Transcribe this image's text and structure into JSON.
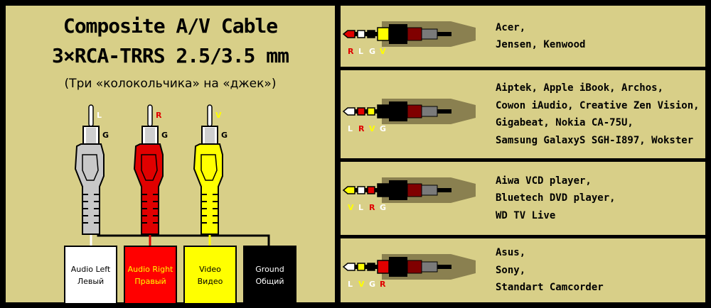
{
  "left_panel": {
    "title_line1": "Composite A/V Cable",
    "title_line2": "3×RCA-TRRS 2.5/3.5 mm",
    "subtitle": "(Три «колокольчика» на «джек»)",
    "plugs": [
      {
        "tip_label": "L",
        "ground_label": "G",
        "color": "#c8c8c8",
        "tip_label_color": "#ffffff"
      },
      {
        "tip_label": "R",
        "ground_label": "G",
        "color": "#e00000",
        "tip_label_color": "#e00000"
      },
      {
        "tip_label": "V",
        "ground_label": "G",
        "color": "#ffff00",
        "tip_label_color": "#ffff00"
      }
    ],
    "boxes": [
      {
        "line1": "Audio Left",
        "line2": "Левый",
        "bg": "#ffffff",
        "fg": "#000000"
      },
      {
        "line1": "Audio Right",
        "line2": "Правый",
        "bg": "#ff0000",
        "fg": "#ffff00"
      },
      {
        "line1": "Video",
        "line2": "Видео",
        "bg": "#ffff00",
        "fg": "#000000"
      },
      {
        "line1": "Ground",
        "line2": "Общий",
        "bg": "#000000",
        "fg": "#ffffff"
      }
    ]
  },
  "variants": [
    {
      "devices": [
        "Acer,",
        "Jensen, Kenwood"
      ],
      "pin_labels": [
        "R",
        "L",
        "G",
        "V"
      ],
      "pin_colors": [
        "#e00000",
        "#ffffff",
        "#ffffff",
        "#ffff00"
      ],
      "ring_colors": [
        "#e00000",
        "#ffffff",
        "#000000",
        "#ffff00"
      ]
    },
    {
      "devices": [
        "Aiptek, Apple iBook, Archos,",
        "Cowon iAudio, Creative Zen Vision,",
        "Gigabeat, Nokia CA-75U,",
        "Samsung GalaxyS SGH-I897, Wokster"
      ],
      "pin_labels": [
        "L",
        "R",
        "V",
        "G"
      ],
      "pin_colors": [
        "#ffffff",
        "#e00000",
        "#ffff00",
        "#ffffff"
      ],
      "ring_colors": [
        "#ffffff",
        "#e00000",
        "#ffff00",
        "#000000"
      ]
    },
    {
      "devices": [
        "Aiwa VCD player,",
        "Bluetech DVD player,",
        "WD TV Live"
      ],
      "pin_labels": [
        "V",
        "L",
        "R",
        "G"
      ],
      "pin_colors": [
        "#ffff00",
        "#ffffff",
        "#e00000",
        "#ffffff"
      ],
      "ring_colors": [
        "#ffff00",
        "#ffffff",
        "#e00000",
        "#000000"
      ]
    },
    {
      "devices": [
        "Asus,",
        "Sony,",
        "Standart Camcorder"
      ],
      "pin_labels": [
        "L",
        "V",
        "G",
        "R"
      ],
      "pin_colors": [
        "#ffffff",
        "#ffff00",
        "#ffffff",
        "#e00000"
      ],
      "ring_colors": [
        "#ffffff",
        "#ffff00",
        "#000000",
        "#e00000"
      ]
    }
  ],
  "colors": {
    "panel_bg": "#d8cf88",
    "border": "#000000",
    "jack_shadow": "#8a8050",
    "metal": "#7a7a7a",
    "dark_red": "#800000"
  }
}
